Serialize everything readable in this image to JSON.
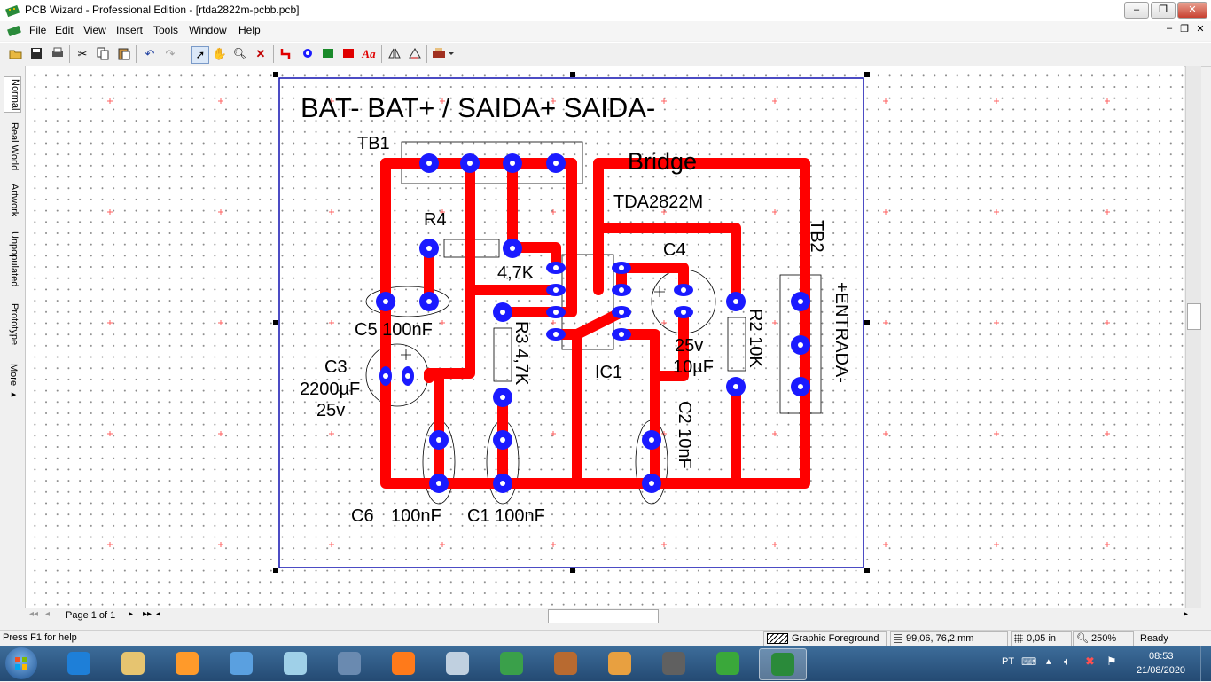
{
  "window": {
    "title": "PCB Wizard - Professional Edition - [rtda2822m-pcbb.pcb]",
    "controls": [
      "–",
      "❐",
      "✕"
    ],
    "doc_controls": [
      "–",
      "❐",
      "✕"
    ]
  },
  "menu": [
    "File",
    "Edit",
    "View",
    "Insert",
    "Tools",
    "Window",
    "Help"
  ],
  "toolbar": {
    "icons": [
      "open-icon",
      "save-icon",
      "print-icon",
      "cut-icon",
      "copy-icon",
      "paste-icon",
      "undo-icon",
      "redo-icon",
      "select-icon",
      "pan-icon",
      "zoom-icon",
      "delete-icon",
      "track-icon",
      "pad-icon",
      "component-icon",
      "copper-area-icon",
      "text-icon",
      "flip-icon",
      "rotate-icon",
      "manufacture-icon"
    ]
  },
  "side_tabs": [
    "Normal",
    "Real World",
    "Artwork",
    "Unpopulated",
    "Prototype",
    "More ▸"
  ],
  "pcb_labels": {
    "header": "BAT- BAT+ / SAIDA+ SAIDA-",
    "tb1": "TB1",
    "bridge": "Bridge",
    "ic_name": "TDA2822M",
    "r4": "R4",
    "r4_value": "4,7K",
    "c4": "C4",
    "c4_voltage": "25v",
    "c4_value": "10µF",
    "tb2": "TB2",
    "entrada": "+ENTRADA-",
    "c5": "C5 100nF",
    "c3": "C3",
    "c3_value": "2200µF",
    "c3_voltage": "25v",
    "r3": "R3 4,7K",
    "ic1": "IC1",
    "r2": "R2 10K",
    "c2": "C2 10nF",
    "c6": "C6",
    "c6_value": "100nF",
    "c1": "C1 100nF"
  },
  "colors": {
    "track": "#ff0000",
    "pad": "#1a1aff",
    "board_outline": "#1010b0"
  },
  "hscroll": {
    "page_label": "Page 1 of 1"
  },
  "status": {
    "help": "Press F1 for help",
    "layer": "Graphic Foreground",
    "coords": "99,06, 76,2 mm",
    "grid": "0,05 in",
    "zoom": "250%",
    "state": "Ready"
  },
  "taskbar": {
    "apps": [
      "internet-explorer-icon",
      "file-explorer-icon",
      "media-player-icon",
      "network-icon",
      "notepad-icon",
      "computer-icon",
      "firefox-icon",
      "system-icon",
      "chrome-icon",
      "app-icon",
      "paint-icon",
      "tool-icon",
      "utorrent-icon",
      "pcb-wizard-icon"
    ],
    "lang": "PT",
    "time": "08:53",
    "date": "21/08/2020"
  }
}
